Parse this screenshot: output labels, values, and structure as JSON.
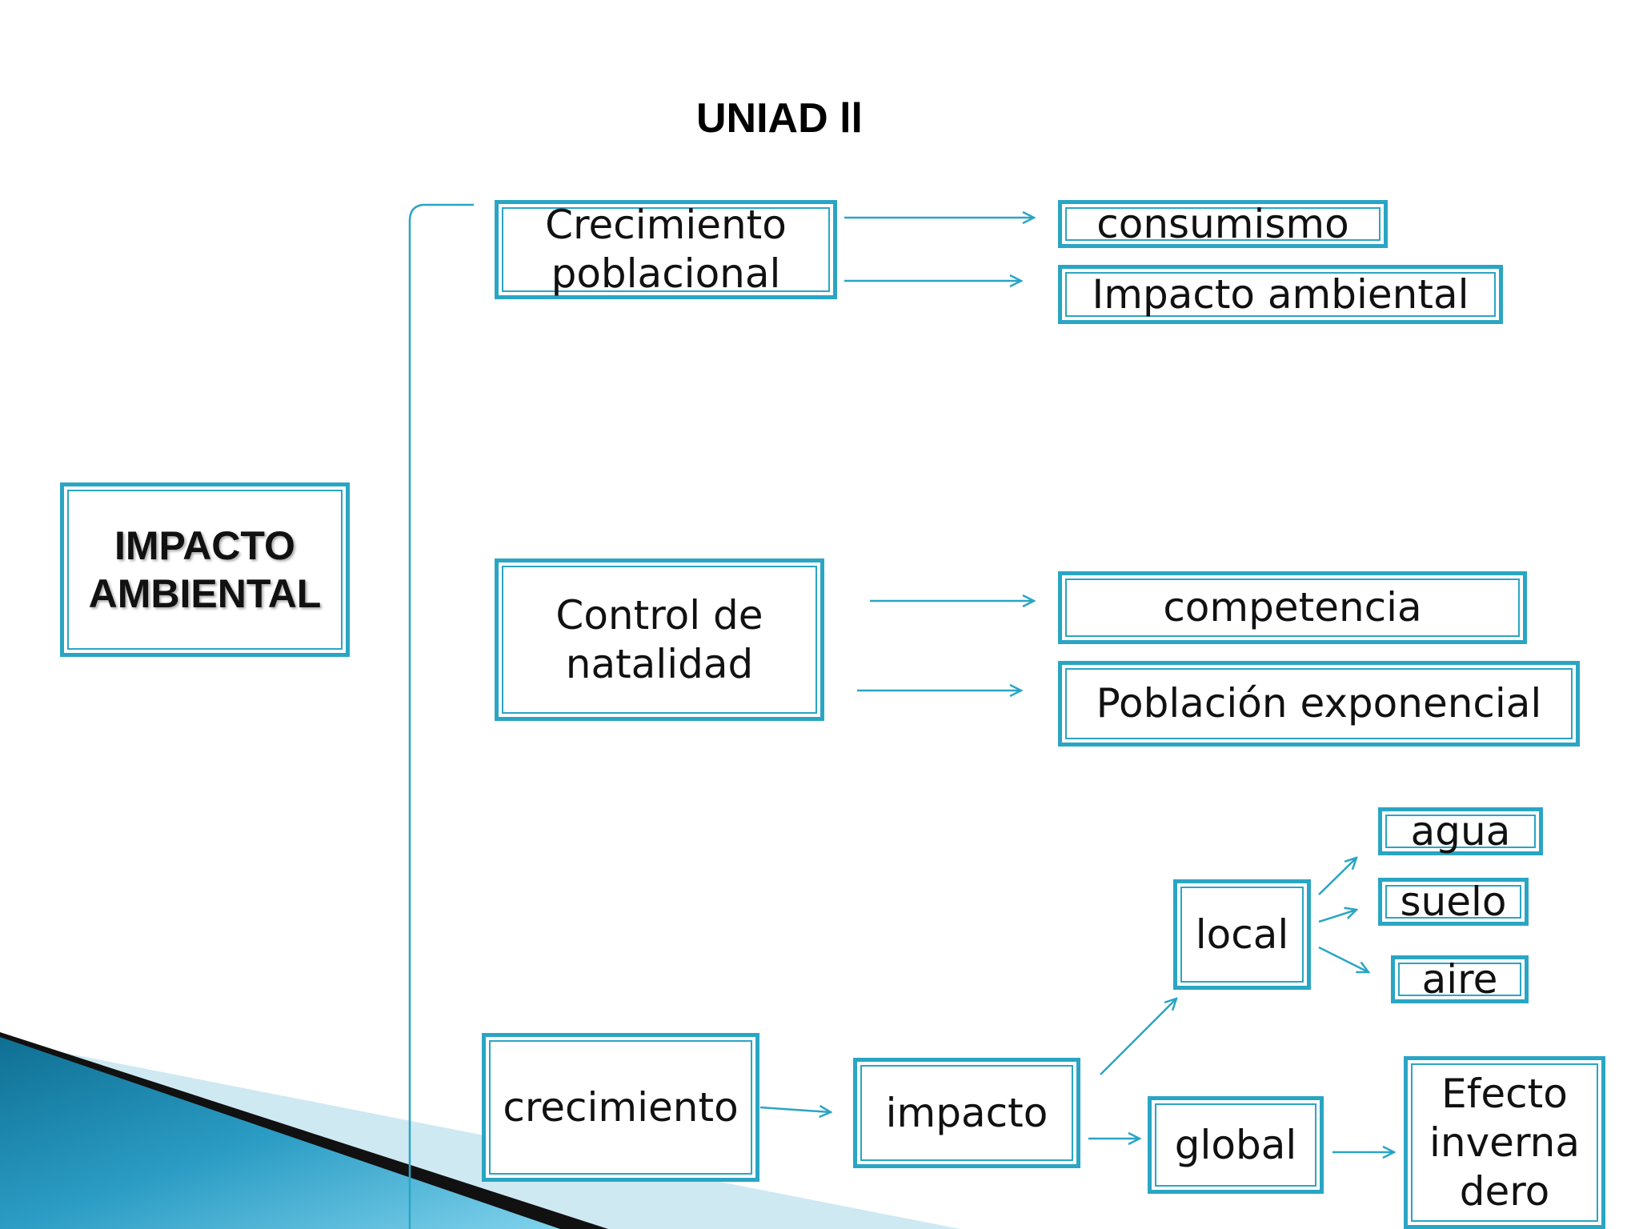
{
  "title": "UNIAD ll",
  "main": {
    "label_line1": "IMPACTO",
    "label_line2": "AMBIENTAL"
  },
  "branches": {
    "crecimiento_poblacional": {
      "line1": "Crecimiento",
      "line2": "poblacional"
    },
    "consumismo": "consumismo",
    "impacto_ambiental": "Impacto ambiental",
    "control_natalidad": {
      "line1": "Control de",
      "line2": "natalidad"
    },
    "competencia": "competencia",
    "poblacion_exponencial": "Población exponencial",
    "crecimiento": "crecimiento",
    "impacto": "impacto",
    "local": "local",
    "global": "global",
    "agua": "agua",
    "suelo": "suelo",
    "aire": "aire",
    "efecto_invernadero": {
      "line1": "Efecto",
      "line2": "inverna",
      "line3": "dero"
    }
  },
  "colors": {
    "accent": "#2aa5c4",
    "decor_blue": "#1d8fb5",
    "decor_dark": "#111111"
  }
}
